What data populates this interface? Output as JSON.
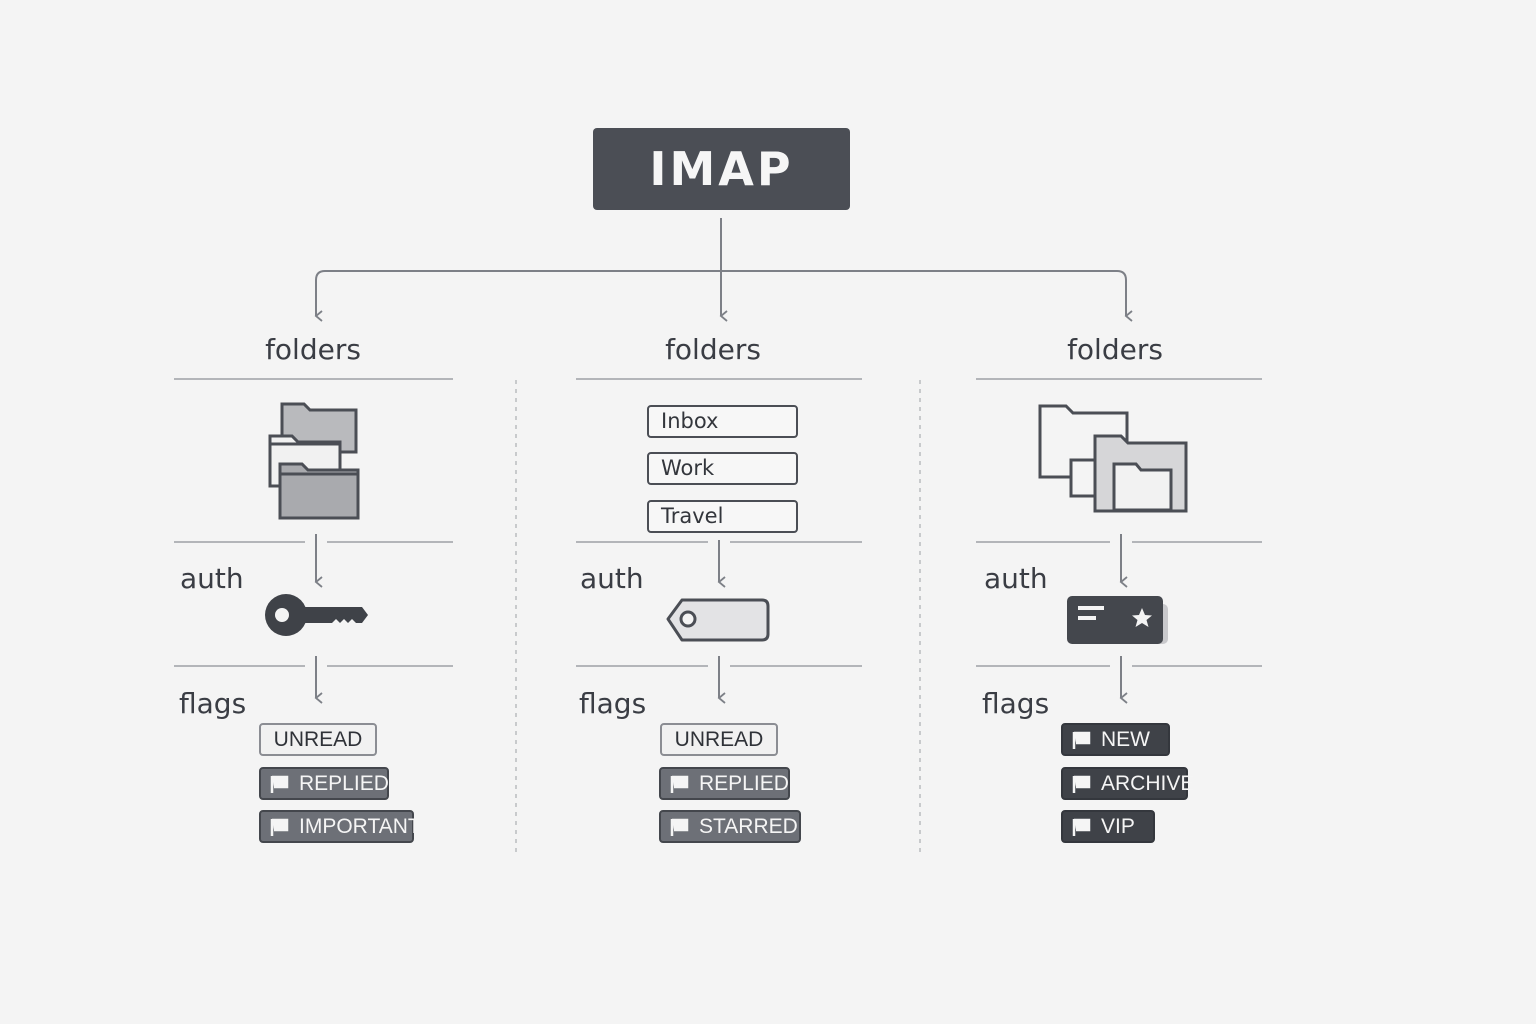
{
  "root": {
    "label": "IMAP"
  },
  "columns": [
    {
      "title": "folders",
      "folders_icon": "folder-stack-icon",
      "auth_label": "auth",
      "auth_icon": "key-icon",
      "flags_label": "flags",
      "flags": [
        "UNREAD",
        "REPLIED",
        "IMPORTANT"
      ]
    },
    {
      "title": "folders",
      "folder_list": [
        "Inbox",
        "Work",
        "Travel"
      ],
      "auth_label": "auth",
      "auth_icon": "key-tag-icon",
      "flags_label": "flags",
      "flags": [
        "UNREAD",
        "REPLIED",
        "STARRED"
      ]
    },
    {
      "title": "folders",
      "folders_icon": "nested-folders-icon",
      "auth_label": "auth",
      "auth_icon": "star-card-icon",
      "flags_label": "flags",
      "flags": [
        "NEW",
        "ARCHIVE",
        "VIP"
      ]
    }
  ],
  "colors": {
    "dark": "#4b4e55",
    "line": "#8a8c92",
    "background": "#f4f4f4"
  }
}
